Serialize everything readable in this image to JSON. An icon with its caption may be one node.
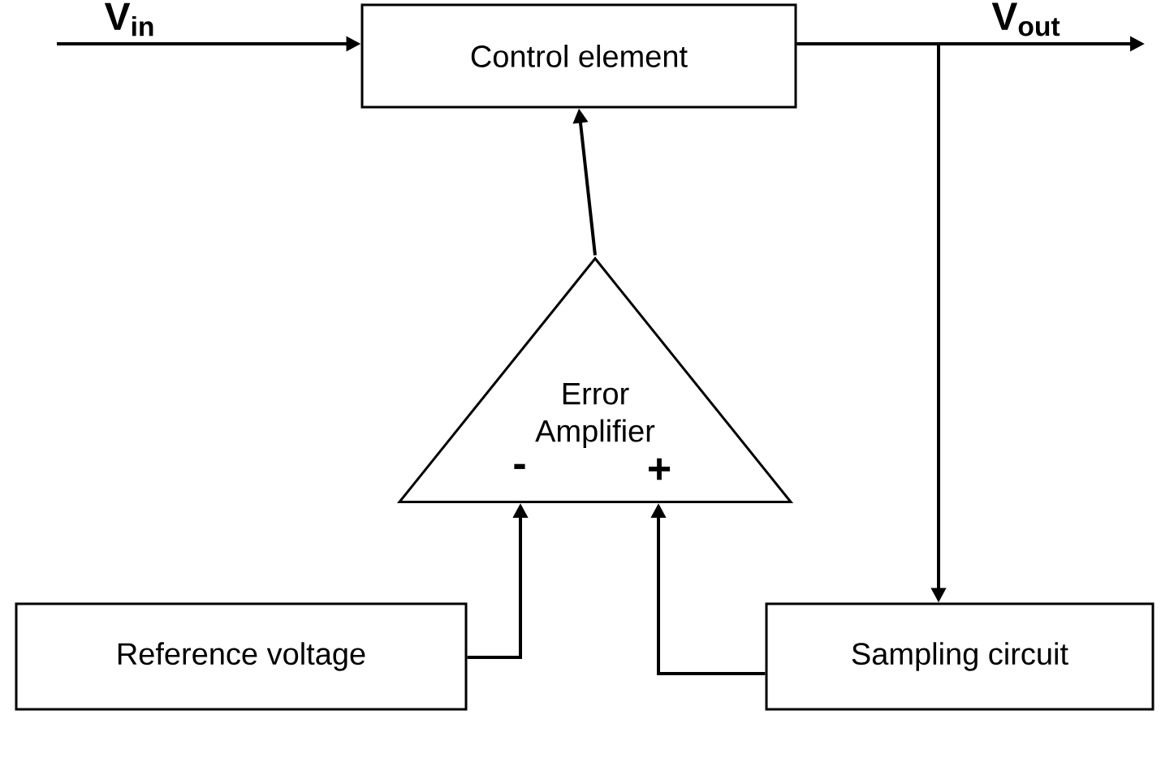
{
  "diagram": {
    "nodes": [
      {
        "text": [
          "Control element"
        ]
      },
      {
        "text": [
          "Error Amplifier",
          "-",
          "+"
        ]
      },
      {
        "text": [
          "Reference voltage"
        ]
      },
      {
        "text": [
          "Sampling circuit"
        ]
      }
    ],
    "edges": [
      {
        "from": null,
        "to": 0,
        "arrow": "to",
        "label": "V$_{in}$"
      },
      {
        "from": 0,
        "to": null,
        "arrow": "to",
        "label": "V$_{out}$"
      },
      {
        "from": 1,
        "to": 0,
        "arrow": "to"
      },
      {
        "from": 2,
        "to": 1,
        "arrow": "to"
      },
      {
        "from": 3,
        "to": 1,
        "arrow": "to"
      },
      {
        "from": 0,
        "to": 3,
        "arrow": "to"
      }
    ]
  }
}
